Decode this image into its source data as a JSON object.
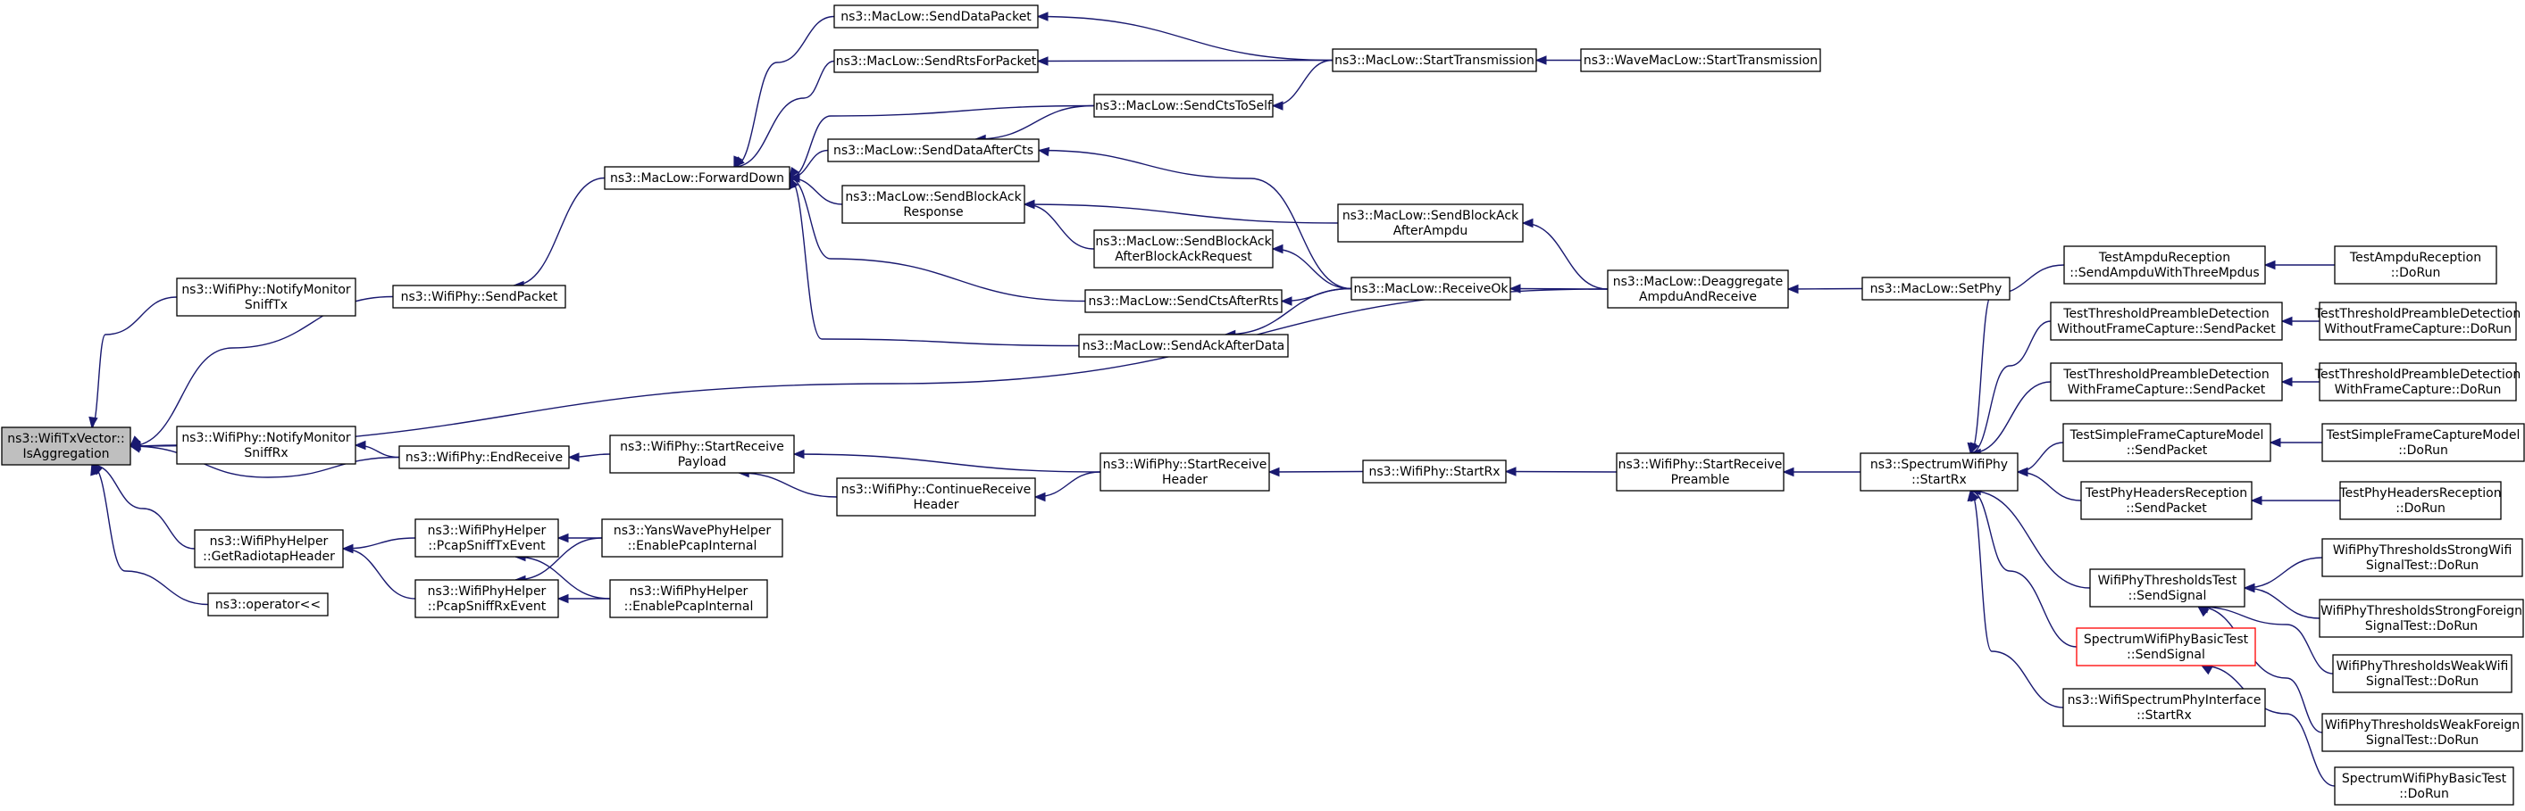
{
  "colors": {
    "edge": "#191970",
    "root_fill": "#bfbfbf",
    "highlight_stroke": "#ff0000"
  },
  "nodes": [
    {
      "id": "isagg",
      "lines": [
        "ns3::WifiTxVector::",
        "IsAggregation"
      ],
      "role": "root"
    },
    {
      "id": "notifymonitortx",
      "lines": [
        "ns3::WifiPhy::NotifyMonitor",
        "SniffTx"
      ]
    },
    {
      "id": "sendpacket",
      "lines": [
        "ns3::WifiPhy::SendPacket"
      ]
    },
    {
      "id": "forwarddown",
      "lines": [
        "ns3::MacLow::ForwardDown"
      ]
    },
    {
      "id": "senddatapacket",
      "lines": [
        "ns3::MacLow::SendDataPacket"
      ]
    },
    {
      "id": "sendrtsforpacket",
      "lines": [
        "ns3::MacLow::SendRtsForPacket"
      ]
    },
    {
      "id": "sendctstoself",
      "lines": [
        "ns3::MacLow::SendCtsToSelf"
      ]
    },
    {
      "id": "senddataaftercts",
      "lines": [
        "ns3::MacLow::SendDataAfterCts"
      ]
    },
    {
      "id": "sendblockackresponse",
      "lines": [
        "ns3::MacLow::SendBlockAck",
        "Response"
      ]
    },
    {
      "id": "sendblockackafterbar",
      "lines": [
        "ns3::MacLow::SendBlockAck",
        "AfterBlockAckRequest"
      ]
    },
    {
      "id": "sendctsafterrts",
      "lines": [
        "ns3::MacLow::SendCtsAfterRts"
      ]
    },
    {
      "id": "sendackafterdata",
      "lines": [
        "ns3::MacLow::SendAckAfterData"
      ]
    },
    {
      "id": "starttransmission",
      "lines": [
        "ns3::MacLow::StartTransmission"
      ]
    },
    {
      "id": "wavestarttransmission",
      "lines": [
        "ns3::WaveMacLow::StartTransmission"
      ]
    },
    {
      "id": "sendblockackafterampdu",
      "lines": [
        "ns3::MacLow::SendBlockAck",
        "AfterAmpdu"
      ]
    },
    {
      "id": "receiveok",
      "lines": [
        "ns3::MacLow::ReceiveOk"
      ]
    },
    {
      "id": "deaggregate",
      "lines": [
        "ns3::MacLow::Deaggregate",
        "AmpduAndReceive"
      ]
    },
    {
      "id": "setphy",
      "lines": [
        "ns3::MacLow::SetPhy"
      ]
    },
    {
      "id": "notifymonitorrx",
      "lines": [
        "ns3::WifiPhy::NotifyMonitor",
        "SniffRx"
      ]
    },
    {
      "id": "endreceive",
      "lines": [
        "ns3::WifiPhy::EndReceive"
      ]
    },
    {
      "id": "startreceivepayload",
      "lines": [
        "ns3::WifiPhy::StartReceive",
        "Payload"
      ]
    },
    {
      "id": "continuereceiveheader",
      "lines": [
        "ns3::WifiPhy::ContinueReceive",
        "Header"
      ]
    },
    {
      "id": "startreceiveheader",
      "lines": [
        "ns3::WifiPhy::StartReceive",
        "Header"
      ]
    },
    {
      "id": "startrx",
      "lines": [
        "ns3::WifiPhy::StartRx"
      ]
    },
    {
      "id": "startreceivepreamble",
      "lines": [
        "ns3::WifiPhy::StartReceive",
        "Preamble"
      ]
    },
    {
      "id": "spectrumstartrx",
      "lines": [
        "ns3::SpectrumWifiPhy",
        "::StartRx"
      ]
    },
    {
      "id": "getradiotapheader",
      "lines": [
        "ns3::WifiPhyHelper",
        "::GetRadiotapHeader"
      ]
    },
    {
      "id": "pcapsnifftxevent",
      "lines": [
        "ns3::WifiPhyHelper",
        "::PcapSniffTxEvent"
      ]
    },
    {
      "id": "pcapsniffrxevent",
      "lines": [
        "ns3::WifiPhyHelper",
        "::PcapSniffRxEvent"
      ]
    },
    {
      "id": "yansenablepcap",
      "lines": [
        "ns3::YansWavePhyHelper",
        "::EnablePcapInternal"
      ]
    },
    {
      "id": "wifienablepcap",
      "lines": [
        "ns3::WifiPhyHelper",
        "::EnablePcapInternal"
      ]
    },
    {
      "id": "operatorlshift",
      "lines": [
        "ns3::operator<<"
      ]
    },
    {
      "id": "ampdusend",
      "lines": [
        "TestAmpduReception",
        "::SendAmpduWithThreeMpdus"
      ]
    },
    {
      "id": "ampdudorun",
      "lines": [
        "TestAmpduReception",
        "::DoRun"
      ]
    },
    {
      "id": "threshwithoutsend",
      "lines": [
        "TestThresholdPreambleDetection",
        "WithoutFrameCapture::SendPacket"
      ]
    },
    {
      "id": "threshwithoutdorun",
      "lines": [
        "TestThresholdPreambleDetection",
        "WithoutFrameCapture::DoRun"
      ]
    },
    {
      "id": "threshwithsend",
      "lines": [
        "TestThresholdPreambleDetection",
        "WithFrameCapture::SendPacket"
      ]
    },
    {
      "id": "threshwithdorun",
      "lines": [
        "TestThresholdPreambleDetection",
        "WithFrameCapture::DoRun"
      ]
    },
    {
      "id": "simplecapturesend",
      "lines": [
        "TestSimpleFrameCaptureModel",
        "::SendPacket"
      ]
    },
    {
      "id": "simplecapturedorun",
      "lines": [
        "TestSimpleFrameCaptureModel",
        "::DoRun"
      ]
    },
    {
      "id": "headerssend",
      "lines": [
        "TestPhyHeadersReception",
        "::SendPacket"
      ]
    },
    {
      "id": "headersdorun",
      "lines": [
        "TestPhyHeadersReception",
        "::DoRun"
      ]
    },
    {
      "id": "thresholdstestsend",
      "lines": [
        "WifiPhyThresholdsTest",
        "::SendSignal"
      ]
    },
    {
      "id": "strongwifidorun",
      "lines": [
        "WifiPhyThresholdsStrongWifi",
        "SignalTest::DoRun"
      ]
    },
    {
      "id": "strongforeigndorun",
      "lines": [
        "WifiPhyThresholdsStrongForeign",
        "SignalTest::DoRun"
      ]
    },
    {
      "id": "weakwifidorun",
      "lines": [
        "WifiPhyThresholdsWeakWifi",
        "SignalTest::DoRun"
      ]
    },
    {
      "id": "weakforeigndorun",
      "lines": [
        "WifiPhyThresholdsWeakForeign",
        "SignalTest::DoRun"
      ]
    },
    {
      "id": "basictestsend",
      "lines": [
        "SpectrumWifiPhyBasicTest",
        "::SendSignal"
      ],
      "role": "highlight"
    },
    {
      "id": "basictestdorun",
      "lines": [
        "SpectrumWifiPhyBasicTest",
        "::DoRun"
      ]
    },
    {
      "id": "spectruminterfacestartrx",
      "lines": [
        "ns3::WifiSpectrumPhyInterface",
        "::StartRx"
      ]
    }
  ]
}
